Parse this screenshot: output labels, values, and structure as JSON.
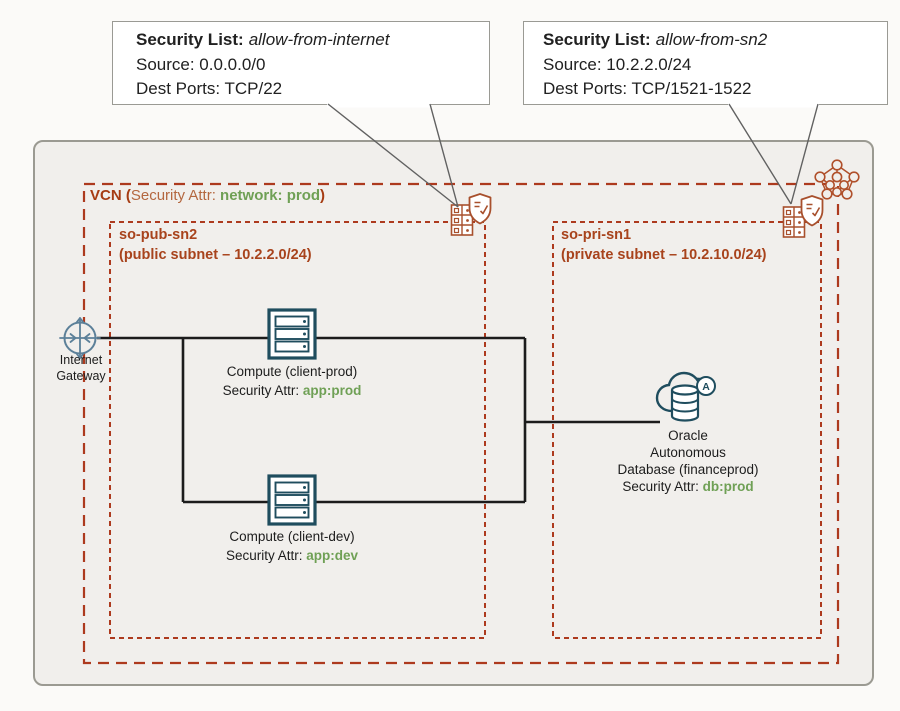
{
  "callouts": [
    {
      "title": "Security List:",
      "name": "allow-from-internet",
      "source": "Source: 0.0.0.0/0",
      "ports": "Dest Ports: TCP/22"
    },
    {
      "title": "Security List:",
      "name": "allow-from-sn2",
      "source": "Source: 10.2.2.0/24",
      "ports": "Dest Ports: TCP/1521-1522"
    }
  ],
  "vcn": {
    "prefix": "VCN (",
    "attr_label": "Security Attr: ",
    "attr_value": "network: prod",
    "suffix": ")"
  },
  "subnets": [
    {
      "name": "so-pub-sn2",
      "desc": "(public subnet – 10.2.2.0/24)"
    },
    {
      "name": "so-pri-sn1",
      "desc": "(private subnet – 10.2.10.0/24)"
    }
  ],
  "nodes": {
    "igw": {
      "line1": "Internet",
      "line2": "Gateway"
    },
    "compute_prod": {
      "label": "Compute (client-prod)",
      "attr_label": "Security Attr: ",
      "attr_value": "app:prod"
    },
    "compute_dev": {
      "label": "Compute (client-dev)",
      "attr_label": "Security Attr: ",
      "attr_value": "app:dev"
    },
    "adb": {
      "line1": "Oracle",
      "line2": "Autonomous",
      "line3": "Database (financeprod)",
      "attr_label": "Security Attr: ",
      "attr_value": "db:prod"
    }
  },
  "icons": {
    "internet_gateway": "internet-gateway-icon",
    "compute": "compute-server-icon",
    "autonomous_database": "autonomous-database-cloud-icon",
    "security_list": "security-list-shield-icon",
    "vcn": "vcn-network-icon"
  },
  "colors": {
    "dashed_border": "#ad3a1e",
    "rust_text": "#a63c13",
    "rust_light_text": "#b4673f",
    "green_attr": "#6fa055",
    "navy_icon": "#1f4d5e",
    "slate_icon": "#5c8099",
    "connector": "#1c1c1c",
    "panel_fill": "#f1efec",
    "panel_border": "#9b9a92",
    "callout_border": "#9a9a94",
    "tail_line": "#616161"
  }
}
